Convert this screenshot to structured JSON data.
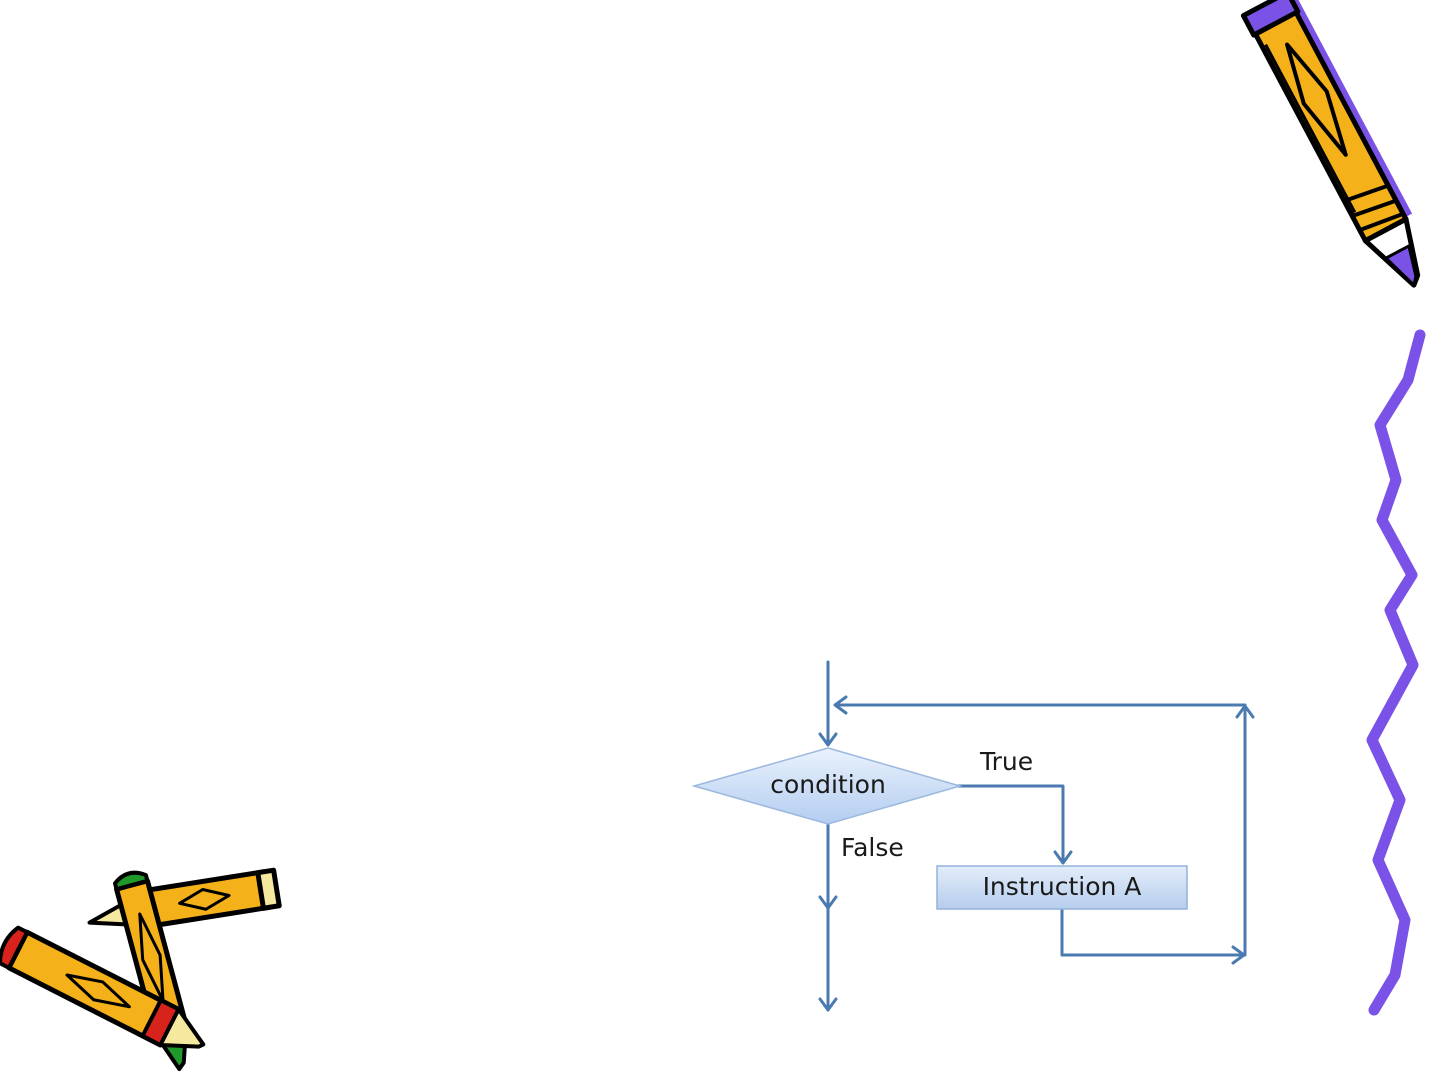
{
  "flowchart": {
    "decision_label": "condition",
    "true_label": "True",
    "false_label": "False",
    "process_label": "Instruction A",
    "line_color": "#4a7ab0"
  },
  "decorations": {
    "top_right": "pencil-icon",
    "bottom_left": "crossed-pencils-icon",
    "right_edge": "wavy-border"
  }
}
